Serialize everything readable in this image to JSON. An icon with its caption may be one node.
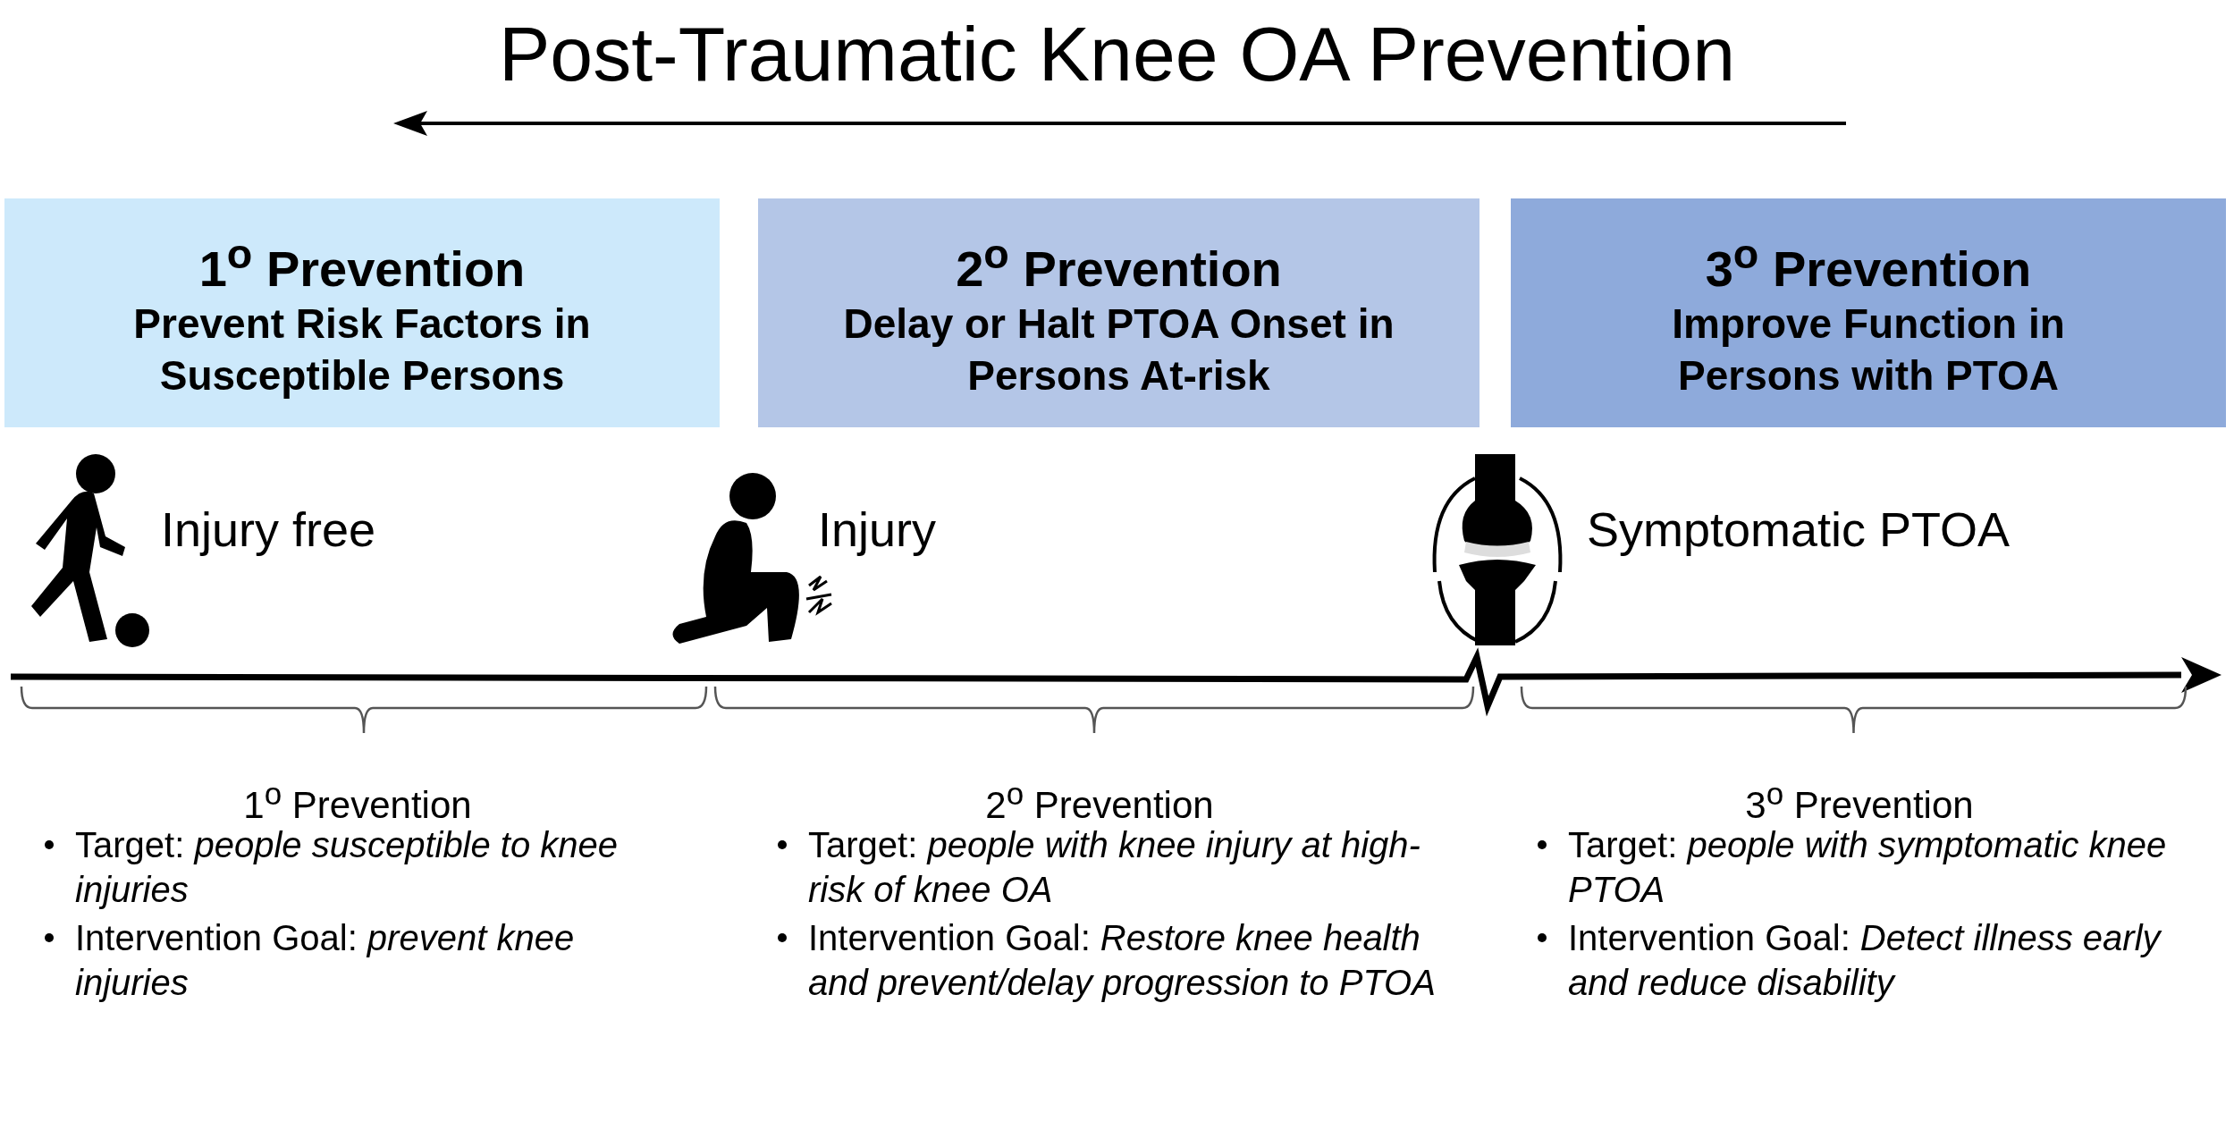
{
  "diagram": {
    "title": "Post-Traumatic Knee OA Prevention",
    "nodes": [
      {
        "text": [
          "1$^{o}$ Prevention",
          "Prevent Risk Factors in Susceptible Persons"
        ]
      },
      {
        "text": [
          "2$^{o}$ Prevention",
          "Delay or Halt PTOA Onset in Persons At-risk"
        ]
      },
      {
        "text": [
          "3$^{o}$ Prevention",
          "Improve Function in Persons with PTOA"
        ]
      }
    ],
    "edges": [],
    "labels": [
      "Injury free",
      "Injury",
      "Symptomatic PTOA",
      "1$^{o}$ Prevention",
      "Target: *people susceptible to knee injuries*",
      "Intervention Goal: *prevent knee injuries*",
      "2$^{o}$ Prevention",
      "Target: *people with knee injury at high-risk of knee OA*",
      "Intervention Goal: *Restore knee health and prevent/delay progression to PTOA*",
      "3$^{o}$ Prevention",
      "Target: *people with symptomatic knee PTOA*",
      "Intervention Goal: *Detect illness early and reduce disability*"
    ]
  }
}
